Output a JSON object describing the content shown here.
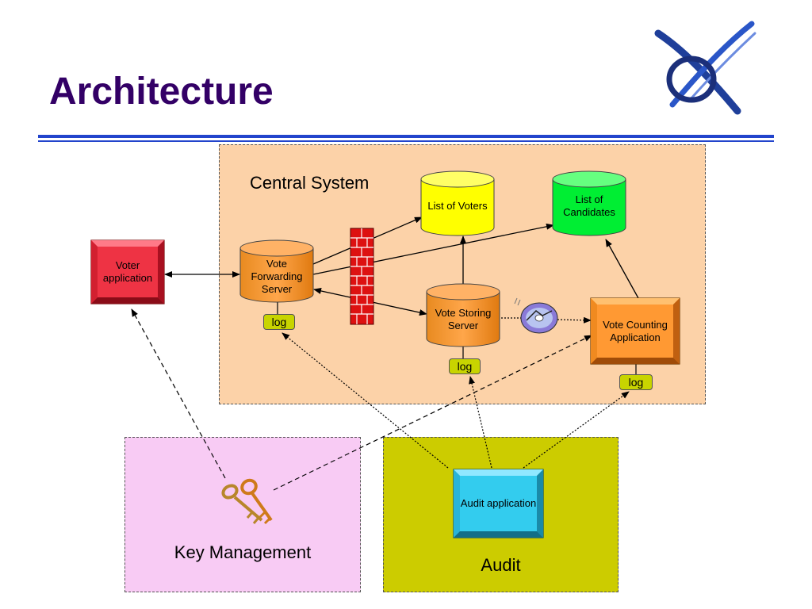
{
  "slide": {
    "title": "Architecture"
  },
  "regions": {
    "central": "Central System",
    "key": "Key Management",
    "audit": "Audit"
  },
  "nodes": {
    "voter_app": "Voter application",
    "vfs": "Vote Forwarding Server",
    "list_voters": "List of Voters",
    "list_candidates": "List of Candidates",
    "vss": "Vote Storing Server",
    "vca": "Vote Counting Application",
    "audit_app": "Audit application",
    "log": "log"
  },
  "colors": {
    "title": "#330066",
    "rule": "#2244cc",
    "central_bg": "#fcd2a8",
    "key_bg": "#f8cbf4",
    "audit_bg": "#cccc00",
    "server": "#ff9933",
    "voters_db": "#ffff00",
    "candidates_db": "#00ee33",
    "voter_app": "#ee3344",
    "audit_app": "#33ccee",
    "firewall": "#dd1111",
    "log": "#c8d400"
  },
  "icons": {
    "logo": "logo-icon",
    "firewall": "firewall-icon",
    "disc": "disc-icon",
    "keys": "keys-icon"
  }
}
